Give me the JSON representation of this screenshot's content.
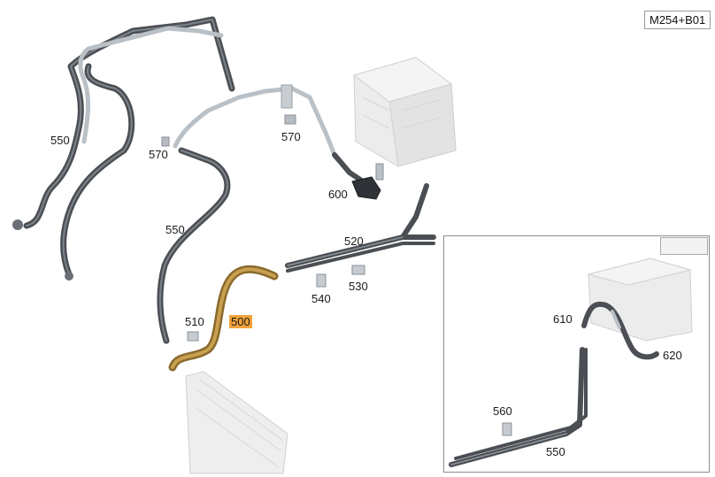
{
  "diagram_code": "M254+B01",
  "labels": {
    "l550_top": "550",
    "l570_left": "570",
    "l570_top": "570",
    "l600": "600",
    "l550_mid": "550",
    "l520": "520",
    "l540": "540",
    "l530": "530",
    "l510": "510",
    "l500": "500",
    "l610": "610",
    "l620": "620",
    "l560": "560",
    "l550_inset": "550"
  },
  "colors": {
    "hose_dark": "#4b4f54",
    "hose_light": "#b9c0c6",
    "highlight_part": "#b0873a",
    "label_highlight": "#f2a23a",
    "component_fill": "#ececec"
  },
  "highlighted_part": "500"
}
